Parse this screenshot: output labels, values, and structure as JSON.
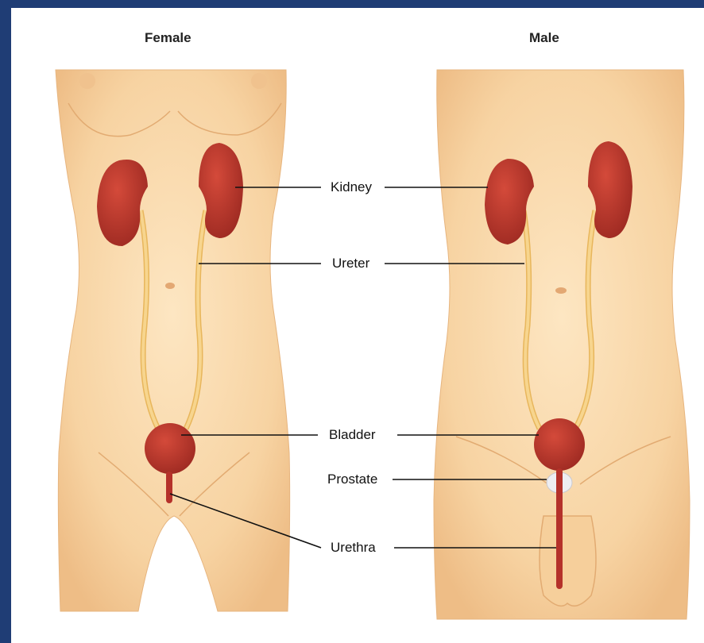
{
  "titles": {
    "female": "Female",
    "male": "Male"
  },
  "labels": {
    "kidney": "Kidney",
    "ureter": "Ureter",
    "bladder": "Bladder",
    "prostate": "Prostate",
    "urethra": "Urethra"
  },
  "colors": {
    "frame": "#1f3d75",
    "skin": "#f8d7a8",
    "organ": "#b5312a",
    "ureter": "#f4c97a"
  }
}
